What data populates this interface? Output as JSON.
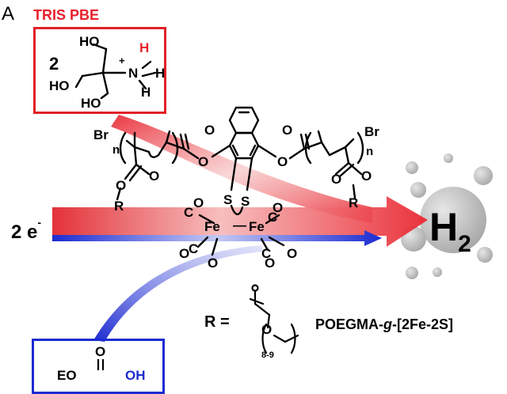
{
  "panel_letter": "A",
  "tris": {
    "title": "TRIS PBE",
    "coefficient": "2",
    "charge": "+",
    "atoms": {
      "oh_top": "HO",
      "oh_left": "HO",
      "oh_bottom": "HO",
      "n": "N",
      "h_red": "H",
      "h_right": "H",
      "h_bottom": "H"
    }
  },
  "complex": {
    "br_left": "Br",
    "br_right": "Br",
    "n_left": "n",
    "n_right": "n",
    "r_left": "R",
    "r_right": "R",
    "s_left": "S",
    "s_right": "S",
    "fe_left": "Fe",
    "fe_right": "Fe",
    "fe_bond": "—",
    "o": "O",
    "c": "C"
  },
  "electrons": {
    "text": "2 e",
    "sup": "-"
  },
  "product": {
    "main": "H",
    "sub": "2"
  },
  "r_definition": {
    "label": "R =",
    "o": "O",
    "repeat": "8-9"
  },
  "polymer_name": {
    "prefix": "POEGMA-",
    "italic": "g",
    "suffix": "-[2Fe-2S]"
  },
  "blue_box": {
    "o": "O",
    "partial_left": "EO",
    "partial_right": "OH"
  },
  "colors": {
    "red": "#e8212b",
    "blue": "#1c2bd1",
    "bubble": "#b5b5b5"
  }
}
